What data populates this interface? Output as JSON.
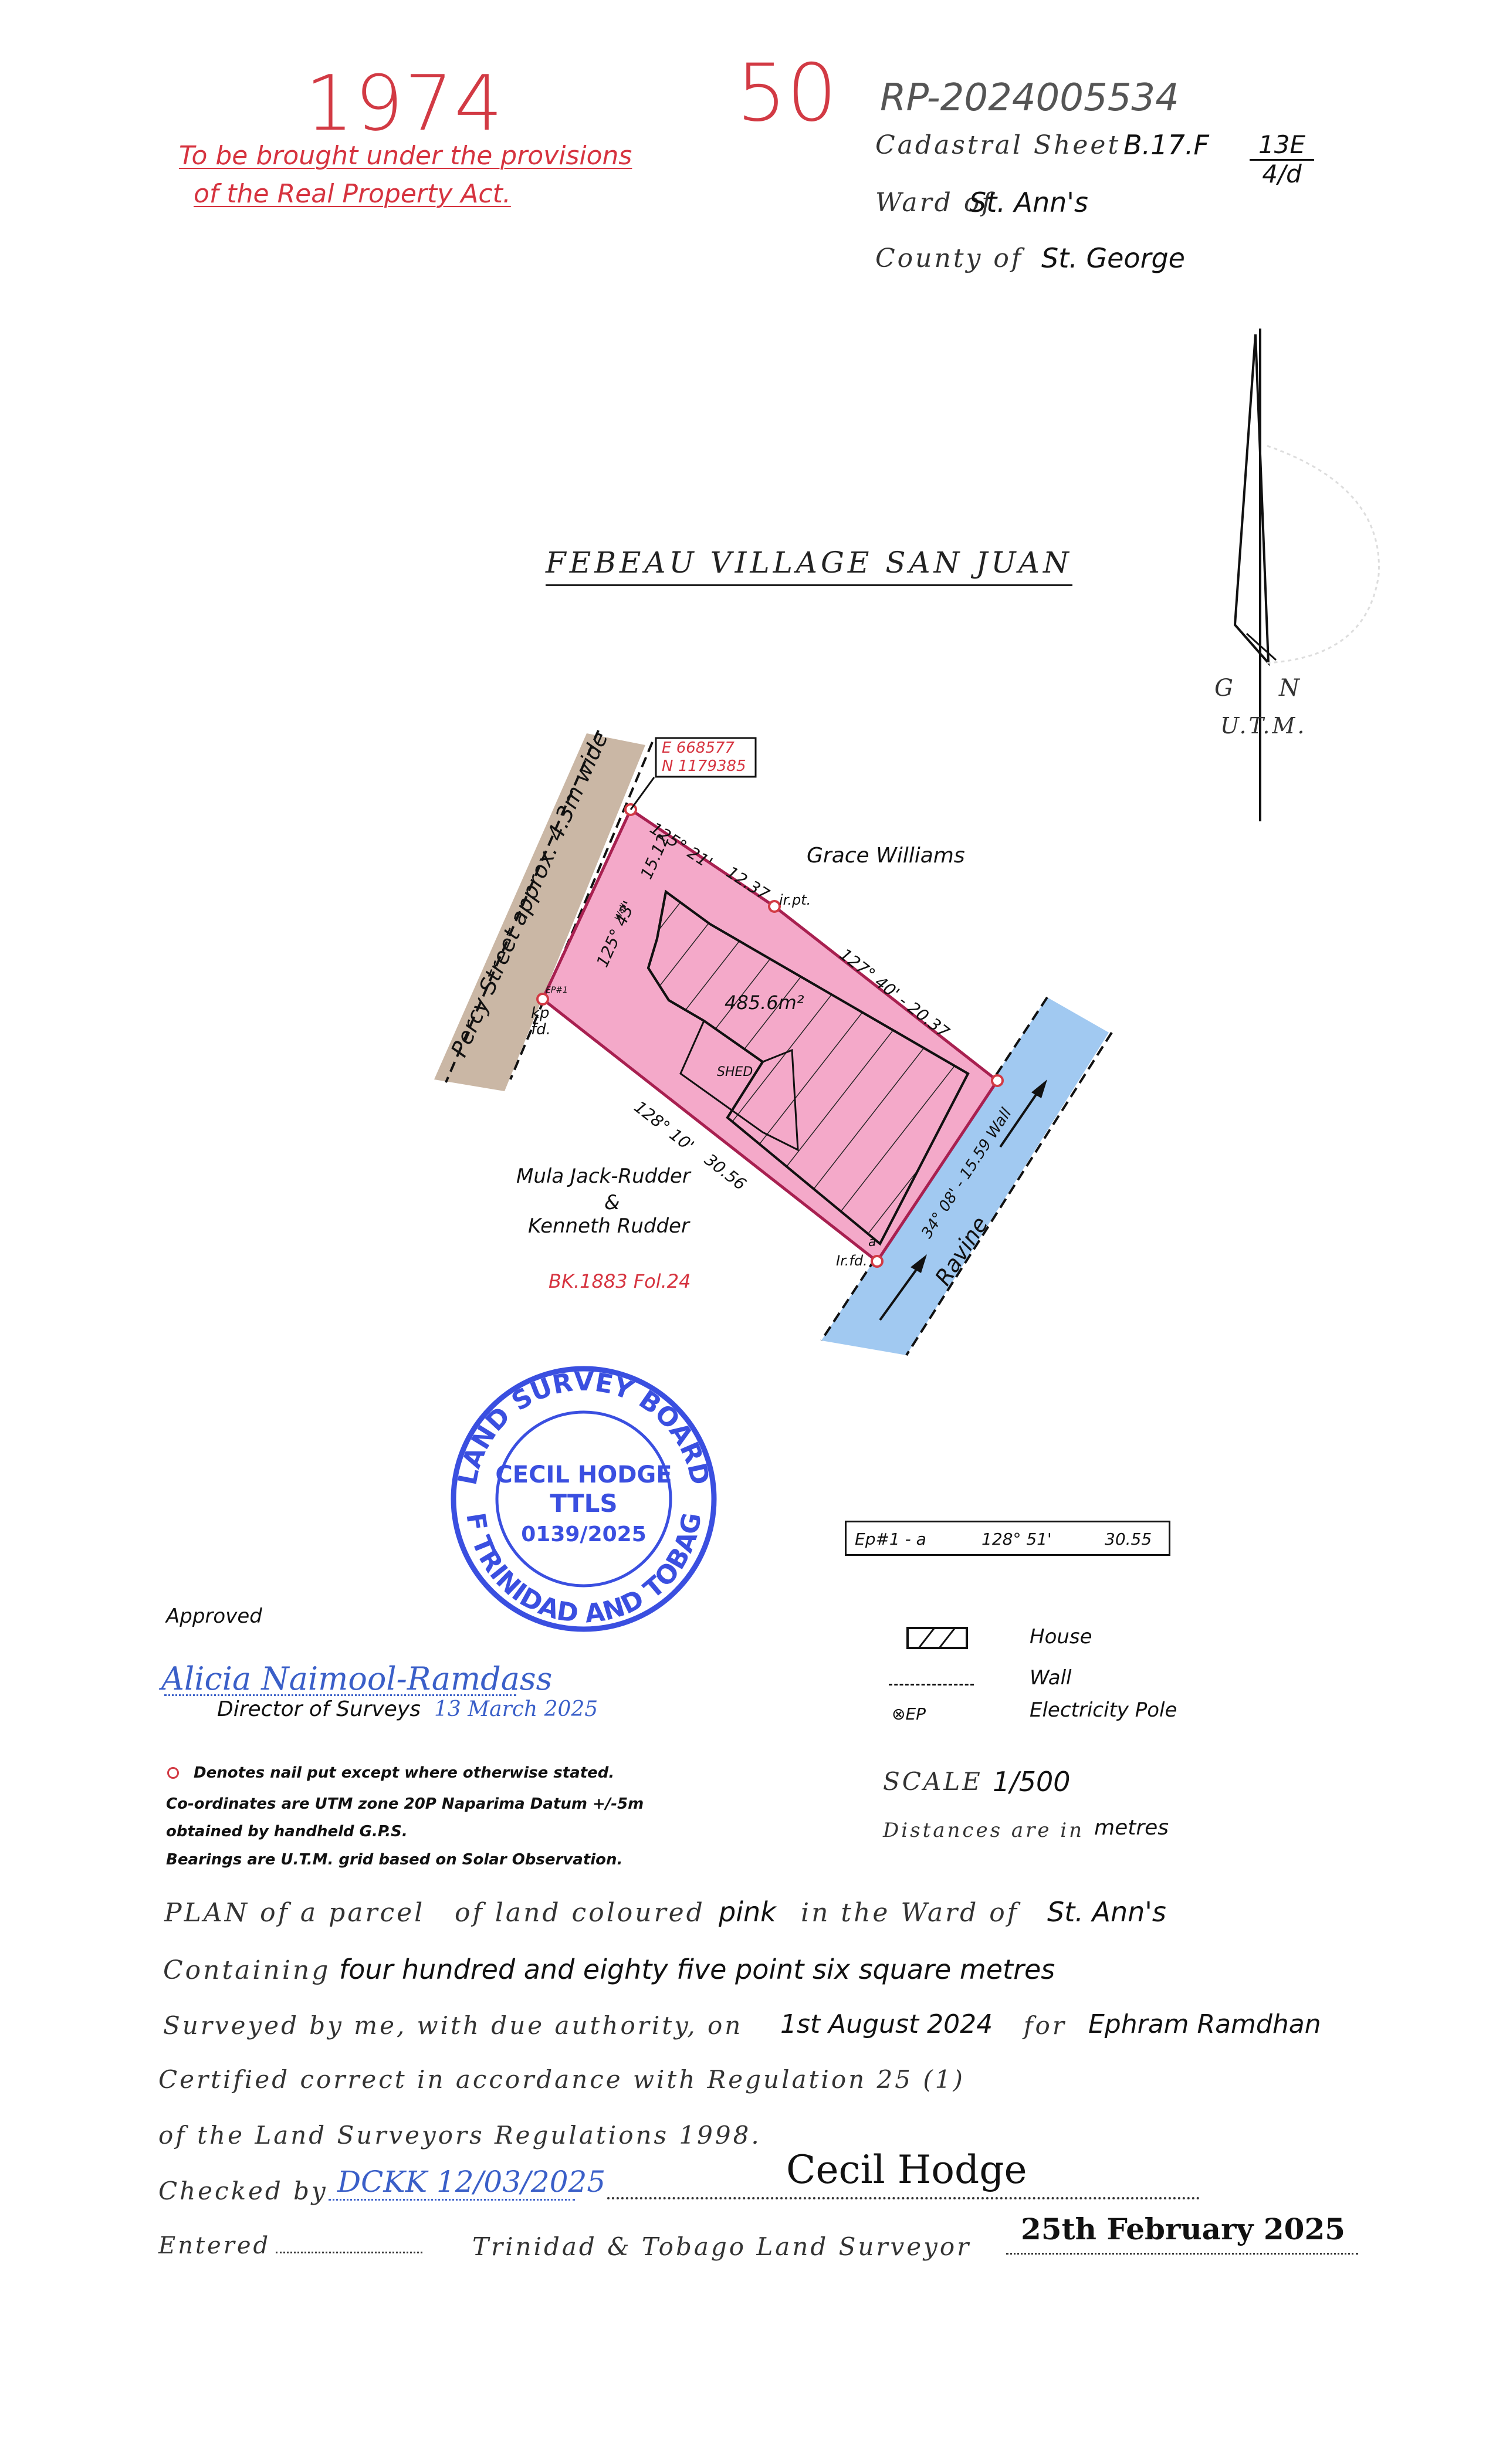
{
  "header": {
    "handwritten_year": "1974",
    "handwritten_number": "50",
    "handwritten_rp": "RP-2024005534",
    "provision_line1": "To be brought under the provisions",
    "provision_line2": "of the Real Property Act.",
    "cadastral_label": "Cadastral Sheet",
    "cadastral_value": "B.17.F",
    "sheet_num": "13E",
    "sheet_den": "4/d",
    "ward_label": "Ward of",
    "ward_value": "St. Ann's",
    "county_label": "County of",
    "county_value": "St. George"
  },
  "plan": {
    "place_title": "FEBEAU VILLAGE SAN JUAN",
    "north_g": "G",
    "north_n": "N",
    "north_utm": "U.T.M.",
    "coord_e": "E  668577",
    "coord_n": "N  1179385",
    "neighbor_ne": "Grace Williams",
    "neighbor_sw1": "Mula Jack-Rudder",
    "neighbor_sw2": "&",
    "neighbor_sw3": "Kenneth Rudder",
    "bk_ref": "BK.1883 Fol.24",
    "street": "Percy Street approx. 4.3m wide",
    "ravine": "Ravine",
    "area": "485.6m²",
    "shed": "SHED",
    "bearing_top1": "125° 21'",
    "dist_top1": "12.37",
    "irpt": "ir.pt.",
    "bearing_top2": "127° 40' - 20.37",
    "bearing_left": "125° 43'",
    "dist_left": "15.12",
    "wall_small": "Wall",
    "ep_mark": "EP#1",
    "kp_fd1": "kp",
    "kp_fd2": "fd.",
    "bearing_bottom": "128° 10'",
    "dist_bottom": "30.56",
    "bearing_right": "34° 08' - 15.59 Wall",
    "ir_fd": "Ir.fd.",
    "a_mark": "a"
  },
  "stamp": {
    "ring_top": "LAND SURVEY BOARD",
    "ring_bottom": "OF TRINIDAD AND TOBAGO",
    "name": "CECIL HODGE",
    "title": "TTLS",
    "number": "0139/2025"
  },
  "ep_box": {
    "label": "Ep#1 - a",
    "bearing": "128° 51'",
    "distance": "30.55"
  },
  "approval": {
    "approved": "Approved",
    "signature": "Alicia Naimool-Ramdass",
    "director": "Director of Surveys",
    "date": "13 March 2025"
  },
  "legend": {
    "house": "House",
    "wall": "Wall",
    "ep_symbol": "⊗EP",
    "ep": "Electricity Pole"
  },
  "notes": {
    "nail": "Denotes nail put except where otherwise stated.",
    "coord1": "Co-ordinates are UTM zone 20P Naparima Datum +/-5m",
    "coord2": "obtained by handheld G.P.S.",
    "bearings": "Bearings are U.T.M. grid based on Solar Observation."
  },
  "scale": {
    "label": "SCALE",
    "value": "1/500",
    "dist_label": "Distances are in",
    "dist_value": "metres"
  },
  "certificate": {
    "l1_a": "PLAN of a parcel",
    "l1_b": "of land coloured",
    "l1_c": "pink",
    "l1_d": "in the Ward of",
    "l1_e": "St. Ann's",
    "l2_a": "Containing",
    "l2_b": "four hundred and eighty five point six square metres",
    "l3_a": "Surveyed by me, with due authority, on",
    "l3_b": "1st August 2024",
    "l3_c": "for",
    "l3_d": "Ephram Ramdhan",
    "l4": "Certified correct in accordance with Regulation 25 (1)",
    "l5": "of the Land Surveyors Regulations 1998.",
    "checked": "Checked by",
    "checked_hand": "DCKK 12/03/2025",
    "surveyor_sig": "Cecil Hodge",
    "entered": "Entered",
    "surveyor_title": "Trinidad & Tobago Land Surveyor",
    "survey_date": "25th February 2025"
  }
}
